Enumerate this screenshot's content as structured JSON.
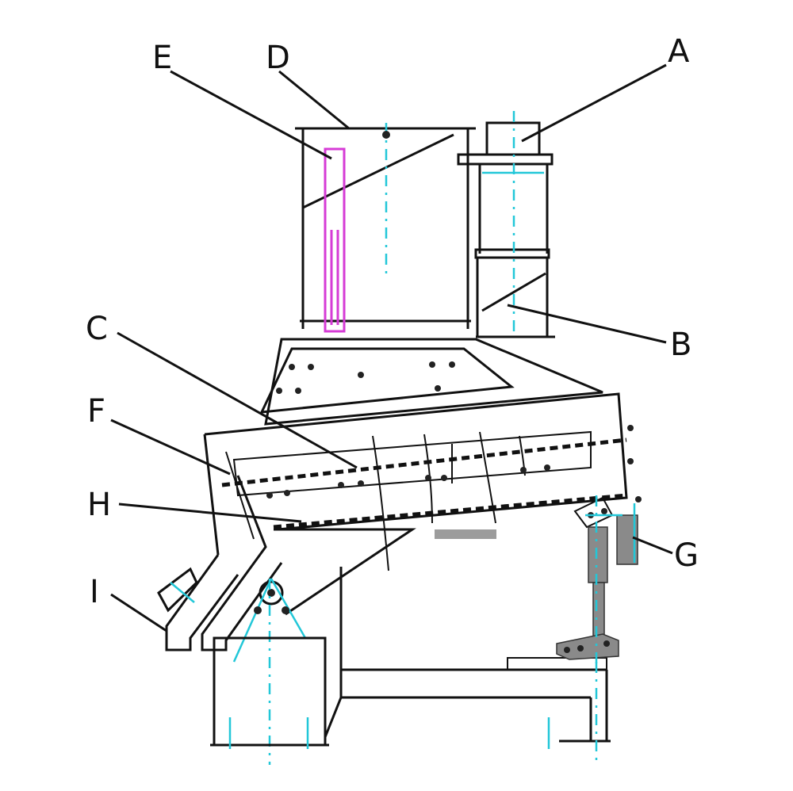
{
  "labels": {
    "A": "A",
    "B": "B",
    "C": "C",
    "D": "D",
    "E": "E",
    "F": "F",
    "G": "G",
    "H": "H",
    "I": "I"
  },
  "colors": {
    "outline": "#111111",
    "centerline": "#22c7d8",
    "highlight": "#d63bd6",
    "actuator": "#8a8a8a"
  }
}
